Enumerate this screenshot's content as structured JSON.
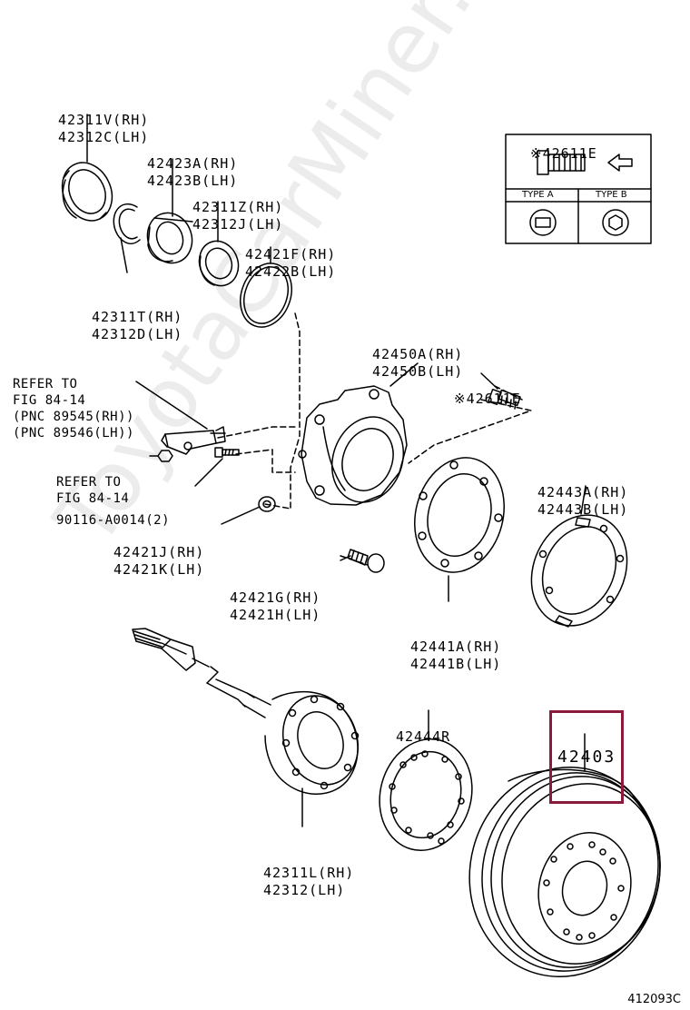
{
  "watermark": "ToyotaCarMiner.ru",
  "diagram_code": "412093C",
  "inset": {
    "part": "※42611E",
    "type_a": "TYPE A",
    "type_b": "TYPE B"
  },
  "labels": {
    "p42311v": {
      "l1": "42311V(RH)",
      "l2": "42312C(LH)"
    },
    "p42423a": {
      "l1": "42423A(RH)",
      "l2": "42423B(LH)"
    },
    "p42311z": {
      "l1": "42311Z(RH)",
      "l2": "42312J(LH)"
    },
    "p42421f": {
      "l1": "42421F(RH)",
      "l2": "42422B(LH)"
    },
    "p42311t": {
      "l1": "42311T(RH)",
      "l2": "42312D(LH)"
    },
    "p42450a": {
      "l1": "42450A(RH)",
      "l2": "42450B(LH)"
    },
    "p42611e": {
      "l1": "※42611E"
    },
    "refer1": {
      "l1": "REFER TO",
      "l2": "FIG 84-14",
      "l3": "(PNC 89545(RH))",
      "l4": "(PNC 89546(LH))"
    },
    "refer2": {
      "l1": "REFER TO",
      "l2": "FIG 84-14"
    },
    "p90116": {
      "l1": "90116-A0014(2)"
    },
    "p42443a": {
      "l1": "42443A(RH)",
      "l2": "42443B(LH)"
    },
    "p42421j": {
      "l1": "42421J(RH)",
      "l2": "42421K(LH)"
    },
    "p42421g": {
      "l1": "42421G(RH)",
      "l2": "42421H(LH)"
    },
    "p42441a": {
      "l1": "42441A(RH)",
      "l2": "42441B(LH)"
    },
    "p42444r": {
      "l1": "42444R"
    },
    "p42403": {
      "l1": "42403"
    },
    "p42311l": {
      "l1": "42311L(RH)",
      "l2": "42312(LH)"
    }
  },
  "colors": {
    "line": "#000000",
    "highlight_border": "#8b1a3c",
    "inset_fill": "#ffffff"
  }
}
